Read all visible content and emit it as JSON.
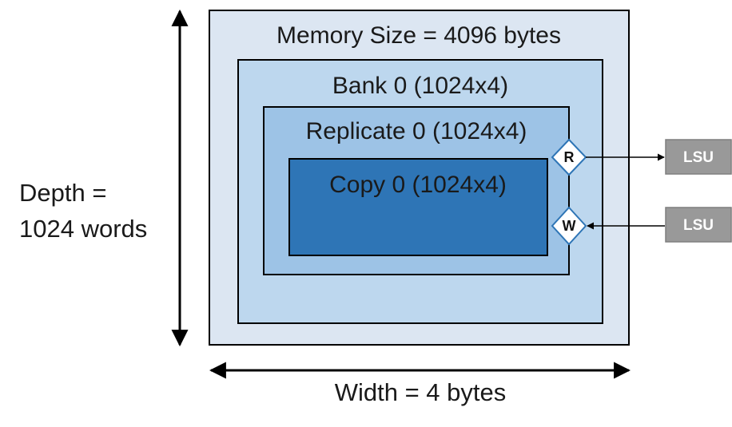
{
  "depth": {
    "line1": "Depth =",
    "line2": "1024 words"
  },
  "width_label": "Width = 4 bytes",
  "memory": {
    "label": "Memory Size = 4096 bytes",
    "fill": "#dce6f2"
  },
  "bank": {
    "label": "Bank 0 (1024x4)",
    "fill": "#bdd7ee"
  },
  "replicate": {
    "label": "Replicate 0 (1024x4)",
    "fill": "#9dc3e6"
  },
  "copy": {
    "label": "Copy 0 (1024x4)",
    "fill": "#2e75b6"
  },
  "ports": {
    "read": "R",
    "write": "W"
  },
  "lsu": {
    "top": "LSU",
    "bottom": "LSU",
    "fill": "#999999"
  },
  "icons": {
    "read_arrow": "arrow-right-icon",
    "write_arrow": "arrow-left-icon",
    "depth_arrow": "double-arrow-vertical-icon",
    "width_arrow": "double-arrow-horizontal-icon"
  }
}
